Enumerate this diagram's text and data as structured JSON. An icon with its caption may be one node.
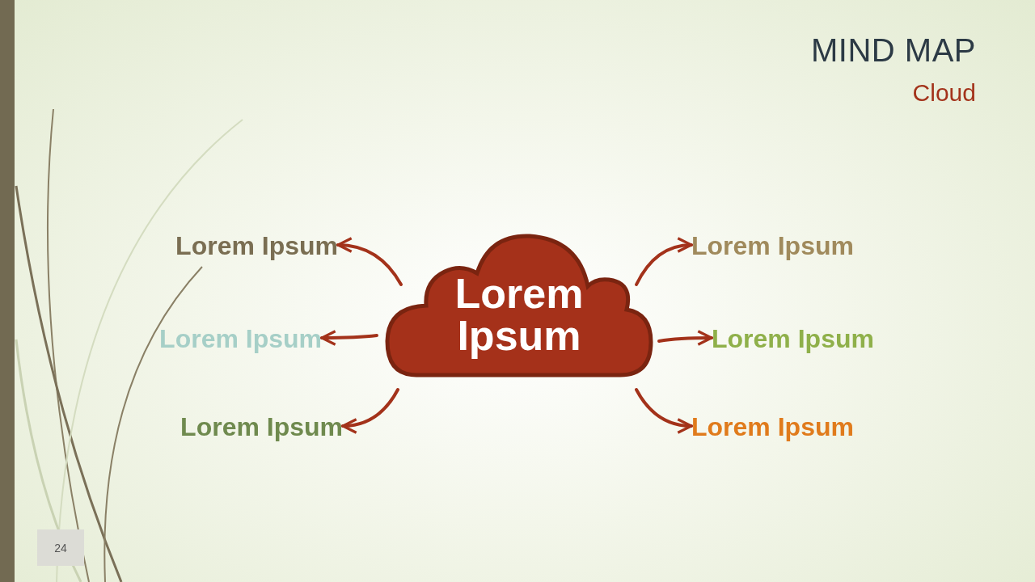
{
  "diagram": {
    "title": "MIND MAP",
    "nodes": [
      {
        "text": [
          "Lorem Ipsum"
        ]
      },
      {
        "text": [
          "Lorem Ipsum"
        ]
      },
      {
        "text": [
          "Lorem Ipsum"
        ]
      },
      {
        "text": [
          "Lorem Ipsum"
        ]
      },
      {
        "text": [
          "Lorem Ipsum"
        ]
      },
      {
        "text": [
          "Lorem Ipsum"
        ]
      },
      {
        "text": [
          "Lorem Ipsum"
        ]
      }
    ],
    "edges": [
      {
        "from": 0,
        "to": 1,
        "arrow": "to"
      },
      {
        "from": 0,
        "to": 2,
        "arrow": "to"
      },
      {
        "from": 0,
        "to": 3,
        "arrow": "to"
      },
      {
        "from": 0,
        "to": 4,
        "arrow": "to"
      },
      {
        "from": 0,
        "to": 5,
        "arrow": "to"
      },
      {
        "from": 0,
        "to": 6,
        "arrow": "to"
      }
    ],
    "labels": [
      "Cloud",
      "24"
    ]
  }
}
